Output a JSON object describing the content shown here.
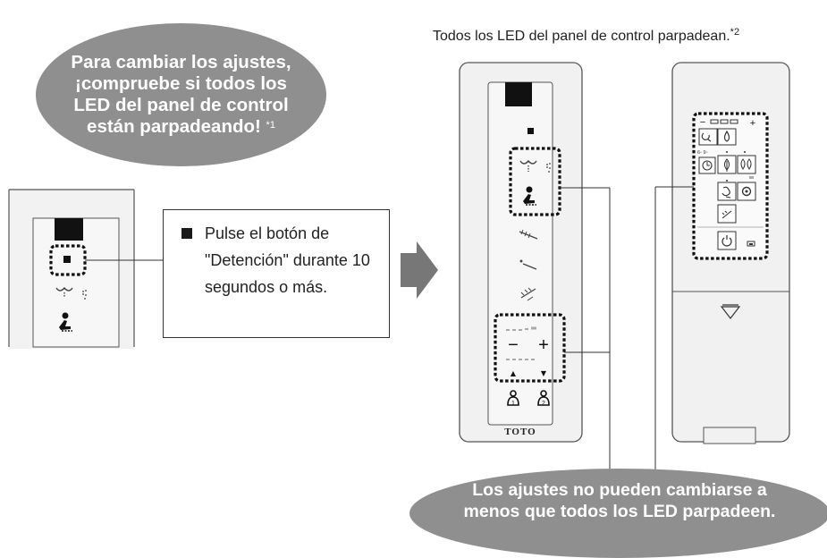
{
  "bubble_top": {
    "line1": "Para cambiar los ajustes,",
    "line2": "¡compruebe si todos los",
    "line3": "LED del panel de control",
    "line4": "están parpadeando!",
    "note": "*1"
  },
  "top_caption": {
    "text": "Todos los LED del panel de control parpadean.",
    "note": "*2"
  },
  "instruction": {
    "text": "Pulse el botón de \"Detención\" durante 10 segundos o más."
  },
  "remote": {
    "brand": "TOTO",
    "minus": "−",
    "plus": "+",
    "up_arrow": "▲",
    "down_arrow": "▼"
  },
  "right_panel": {
    "minus": "−",
    "plus": "+",
    "temp_marks": "6◦ 9◦"
  },
  "bubble_bottom": {
    "line1": "Los ajustes no pueden cambiarse a",
    "line2": "menos que todos los LED parpadeen."
  },
  "colors": {
    "bubble": "#8f8f8f",
    "remote_body": "#f1f1f1",
    "panel": "#e8e8e8",
    "arrow": "#777777"
  }
}
